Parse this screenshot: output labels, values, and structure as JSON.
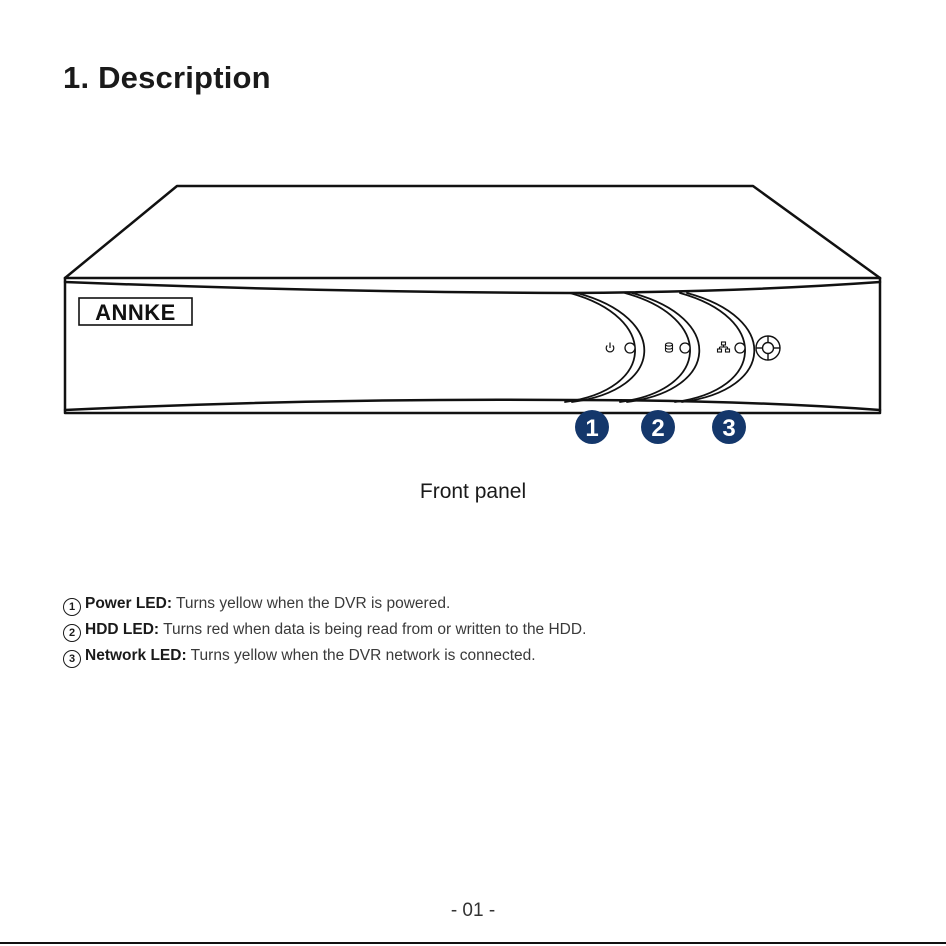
{
  "heading": "1. Description",
  "brand_logo": "ANNKE",
  "caption": "Front panel",
  "callouts": [
    "1",
    "2",
    "3"
  ],
  "icons": [
    "power-icon",
    "hdd-icon",
    "network-icon",
    "joystick-icon"
  ],
  "colors": {
    "callout": "#14376b",
    "ink": "#1a1a1a"
  },
  "items": [
    {
      "num": "1",
      "label": "Power LED:",
      "text": " Turns yellow when the DVR is powered."
    },
    {
      "num": "2",
      "label": "HDD LED:",
      "text": " Turns red when data is being read from or written to the HDD."
    },
    {
      "num": "3",
      "label": "Network LED:",
      "text": " Turns yellow when the DVR network is connected."
    }
  ],
  "page_number": "- 01 -"
}
